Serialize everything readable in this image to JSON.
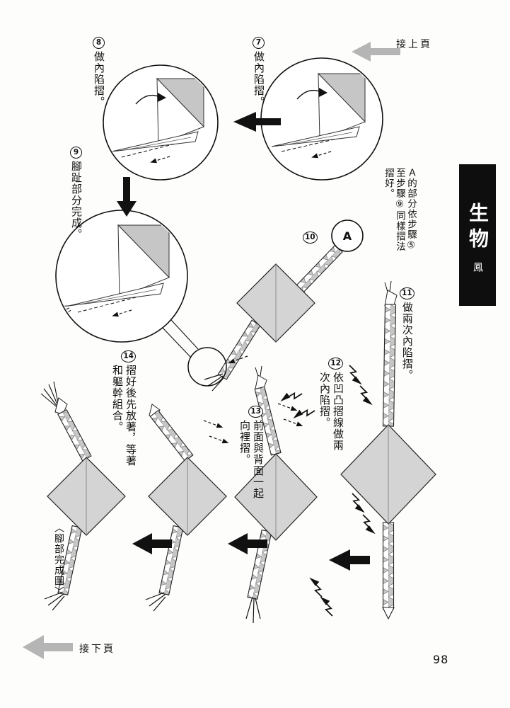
{
  "page": {
    "number": "98",
    "prev_page": "接上頁",
    "next_page": "接下頁",
    "caption_complete": "〈腳部完成圖〉"
  },
  "sidebar": {
    "category": "生物",
    "subtitle": "鳳"
  },
  "steps": {
    "s7": {
      "num": "7",
      "text": "做內陷摺。"
    },
    "s8": {
      "num": "8",
      "text": "做內陷摺。"
    },
    "s9": {
      "num": "9",
      "text": "腳趾部分完成。"
    },
    "s10": {
      "num": "10"
    },
    "s11": {
      "num": "11",
      "text": "做兩次內陷摺。"
    },
    "s12": {
      "num": "12",
      "text": "依凹凸摺線做兩次內陷摺。"
    },
    "s13": {
      "num": "13",
      "text": "前面與背面一起向裡摺。"
    },
    "s14": {
      "num": "14",
      "text": "摺好後先放著，等著和軀幹組合。"
    }
  },
  "labels": {
    "point_a": "A",
    "note_a": "Ａ的部分依步驟⑤至步驟⑨同樣摺法摺好。"
  },
  "colors": {
    "shade_gray": "#c6c6c6",
    "diamond_gray": "#d4d4d4",
    "arrow_gray": "#b5b5b5",
    "sidebar_bg": "#0e0e0e",
    "ink": "#111111"
  }
}
